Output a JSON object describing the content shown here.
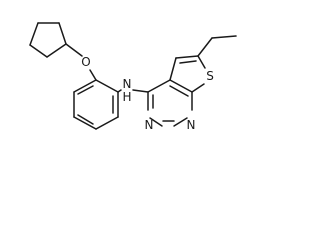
{
  "structure": {
    "atoms": {
      "O": "O",
      "N": "N",
      "H": "H",
      "S": "S",
      "N3": "N",
      "N1": "N"
    }
  }
}
